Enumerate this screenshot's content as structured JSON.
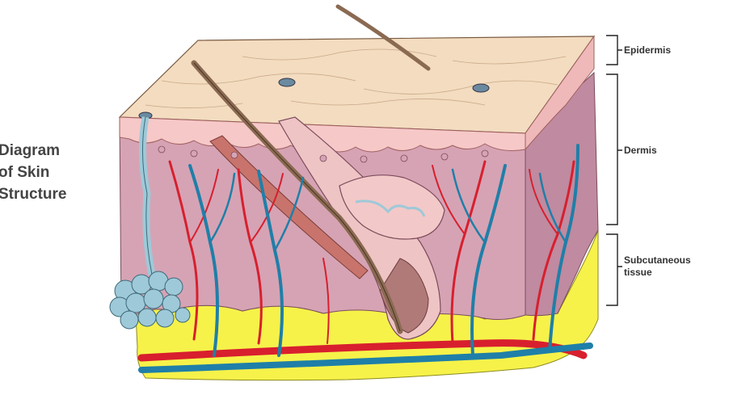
{
  "diagram": {
    "title_lines": [
      "Diagram",
      "of Skin",
      "Structure"
    ],
    "labels": {
      "epidermis": "Epidermis",
      "dermis": "Dermis",
      "subcutaneous_line1": "Subcutaneous",
      "subcutaneous_line2": "tissue"
    }
  },
  "colors": {
    "epidermis": "#f3dcc0",
    "dermis": "#d6a3b4",
    "dermis_shade": "#c08aa0",
    "fat": "#f6f24a",
    "artery": "#d81f2e",
    "vein": "#1f7fa8",
    "gland": "#9ec9d8",
    "hair": "#8a6a52",
    "bracket": "#222222"
  }
}
